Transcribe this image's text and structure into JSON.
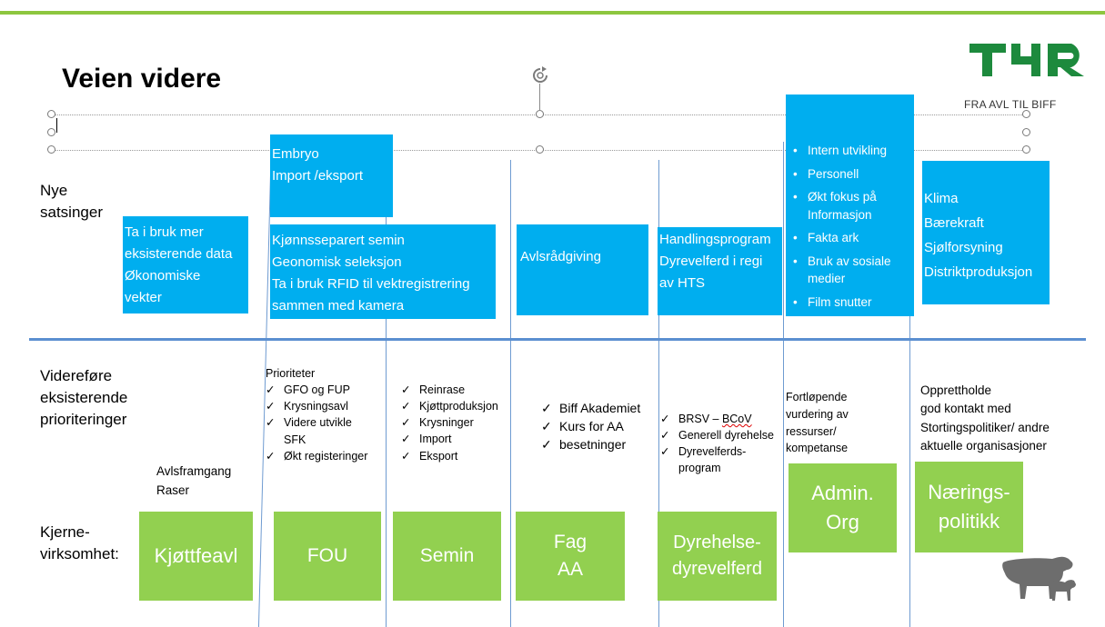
{
  "title": "Veien videre",
  "logo": {
    "text": "TYR",
    "tagline": "FRA AVL TIL BIFF"
  },
  "colors": {
    "accent_green": "#8dc63f",
    "box_blue": "#00aeef",
    "box_green": "#92d050",
    "divider_blue": "#5b8fd0"
  },
  "rows": {
    "new_line1": "Nye",
    "new_line2": "satsinger",
    "continue_line1": "Videreføre",
    "continue_line2": "eksisterende",
    "continue_line3": "prioriteringer",
    "core_line1": "Kjerne-",
    "core_line2": "virksomhet:"
  },
  "new_initiatives": {
    "kjottfeavl": [
      "Ta i bruk mer",
      "eksisterende data",
      "Økonomiske",
      "vekter"
    ],
    "fou_top": [
      "Embryo",
      "Import /eksport"
    ],
    "fou_main": [
      "Kjønnsseparert semin",
      "Geonomisk seleksjon",
      "Ta i bruk RFID til vektregistrering",
      "sammen med kamera"
    ],
    "fag": [
      "Avlsrådgiving"
    ],
    "dyrehelse": [
      "Handlingsprogram",
      "Dyrevelferd i regi",
      "av HTS"
    ],
    "admin": [
      "Intern utvikling",
      "Personell",
      "Økt fokus på Informasjon",
      "Fakta ark",
      "Bruk av sosiale medier",
      "Film snutter"
    ],
    "naering": [
      "Klima",
      "Bærekraft",
      "Sjølforsyning",
      "Distriktproduksjon"
    ]
  },
  "continuing": {
    "kjottfeavl": [
      "Avlsframgang",
      "Raser"
    ],
    "fou_heading": "Prioriteter",
    "fou": [
      "GFO og FUP",
      "Krysningsavl",
      "Videre utvikle",
      "SFK",
      "Økt registeringer"
    ],
    "semin": [
      "Reinrase",
      "Kjøttproduksjon",
      "Krysninger",
      "Import",
      "Eksport"
    ],
    "fag": [
      "Biff Akademiet",
      "Kurs for AA",
      "besetninger"
    ],
    "dyrehelse": {
      "brsv_prefix": "BRSV – ",
      "brsv_word": "BCoV",
      "items": [
        "Generell dyrehelse",
        "Dyrevelferds-",
        "program"
      ]
    },
    "admin": [
      "Fortløpende",
      "vurdering av",
      "ressurser/",
      "kompetanse"
    ],
    "naering": [
      "Opprettholde",
      "god kontakt med",
      "Stortingspolitiker/ andre",
      "aktuelle organisasjoner"
    ]
  },
  "core": {
    "kjottfeavl": [
      "Kjøttfeavl"
    ],
    "fou": [
      "FOU"
    ],
    "semin": [
      "Semin"
    ],
    "fag": [
      "Fag",
      "AA"
    ],
    "dyrehelse": [
      "Dyrehelse-",
      "dyrevelferd"
    ],
    "admin": [
      "Admin.",
      "Org"
    ],
    "naering": [
      "Nærings-",
      "politikk"
    ]
  }
}
